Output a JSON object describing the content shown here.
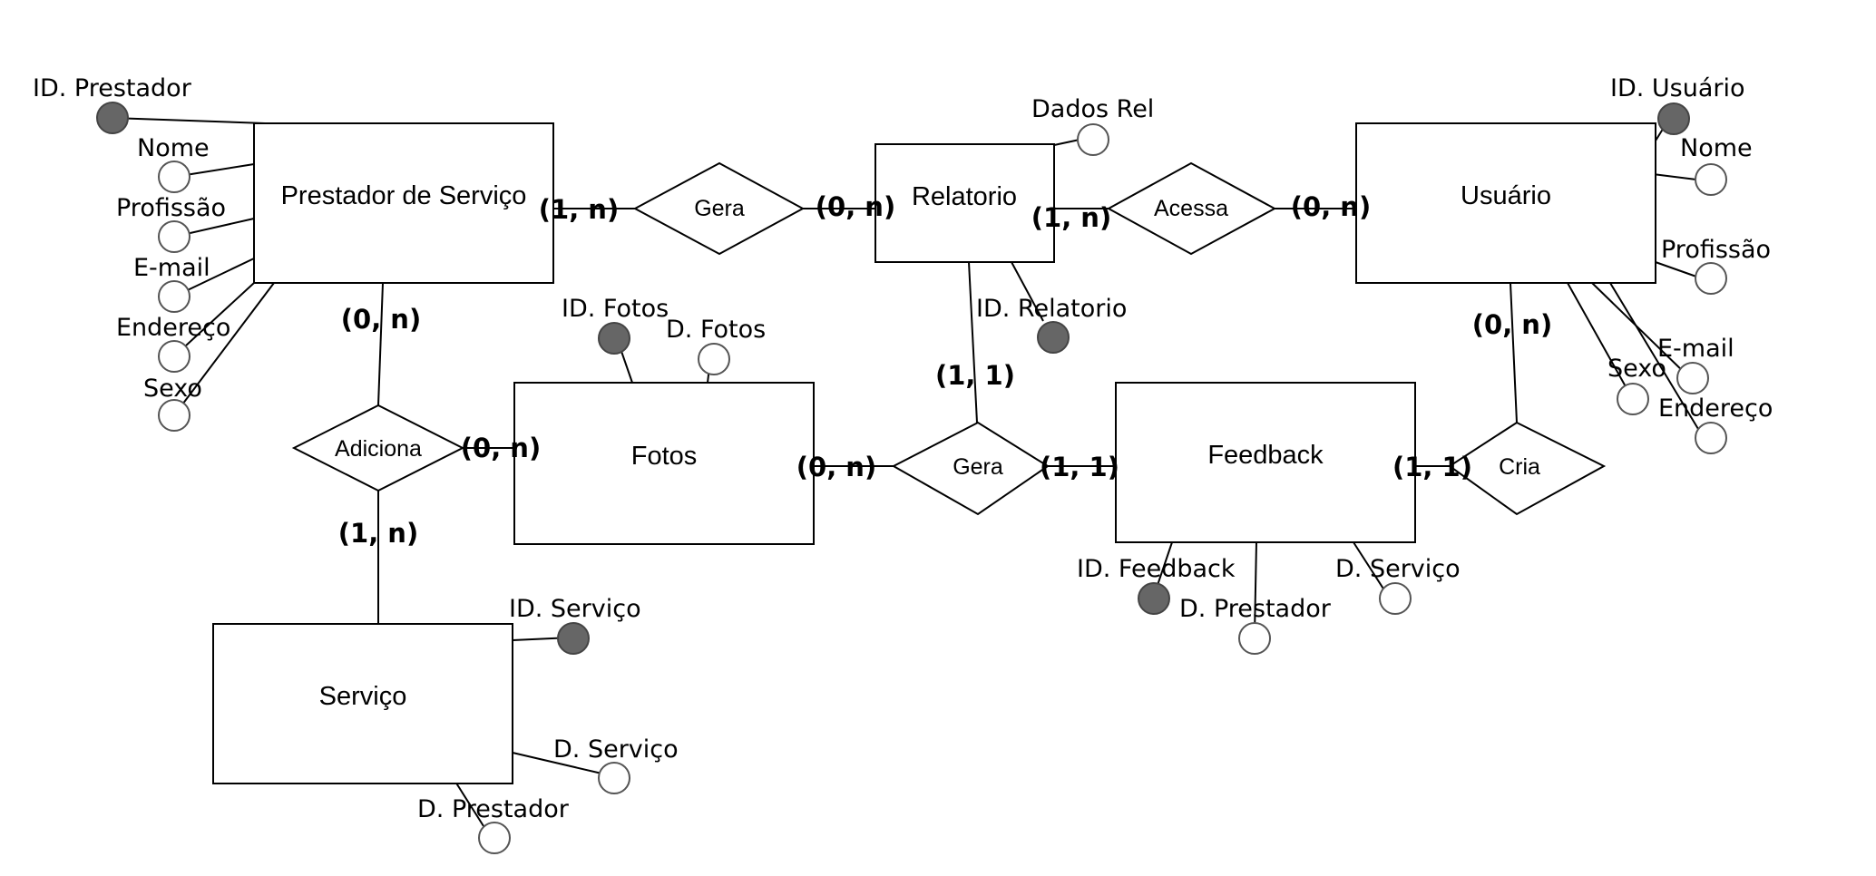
{
  "entities": {
    "prestador": "Prestador de Serviço",
    "relatorio": "Relatorio",
    "usuario": "Usuário",
    "fotos": "Fotos",
    "feedback": "Feedback",
    "servico": "Serviço"
  },
  "relationships": {
    "gera_top": "Gera",
    "acessa": "Acessa",
    "adiciona": "Adiciona",
    "gera_mid": "Gera",
    "cria": "Cria"
  },
  "attributes": {
    "prestador_id": "ID. Prestador",
    "prestador_nome": "Nome",
    "prestador_profissao": "Profissão",
    "prestador_email": "E-mail",
    "prestador_endereco": "Endereço",
    "prestador_sexo": "Sexo",
    "relatorio_dados": "Dados Rel",
    "relatorio_id": "ID. Relatorio",
    "usuario_id": "ID. Usuário",
    "usuario_nome": "Nome",
    "usuario_profissao": "Profissão",
    "usuario_email": "E-mail",
    "usuario_sexo": "Sexo",
    "usuario_endereco": "Endereço",
    "fotos_id": "ID. Fotos",
    "fotos_d": "D. Fotos",
    "feedback_id": "ID. Feedback",
    "feedback_d_prestador": "D. Prestador",
    "feedback_d_servico": "D. Serviço",
    "servico_id": "ID. Serviço",
    "servico_d_servico": "D. Serviço",
    "servico_d_prestador": "D. Prestador"
  },
  "cardinalities": {
    "prestador_gera": "(1, n)",
    "gera_relatorio": "(0, n)",
    "relatorio_acessa": "(1, n)",
    "acessa_usuario": "(0, n)",
    "prestador_adiciona": "(0, n)",
    "adiciona_fotos": "(0, n)",
    "adiciona_servico": "(1, n)",
    "relatorio_gera": "(1, 1)",
    "fotos_gera": "(0, n)",
    "gera_feedback": "(1, 1)",
    "usuario_cria": "(0, n)",
    "feedback_cria": "(1, 1)"
  },
  "colors": {
    "key_attribute_fill": "#666666",
    "stroke": "#000000"
  }
}
